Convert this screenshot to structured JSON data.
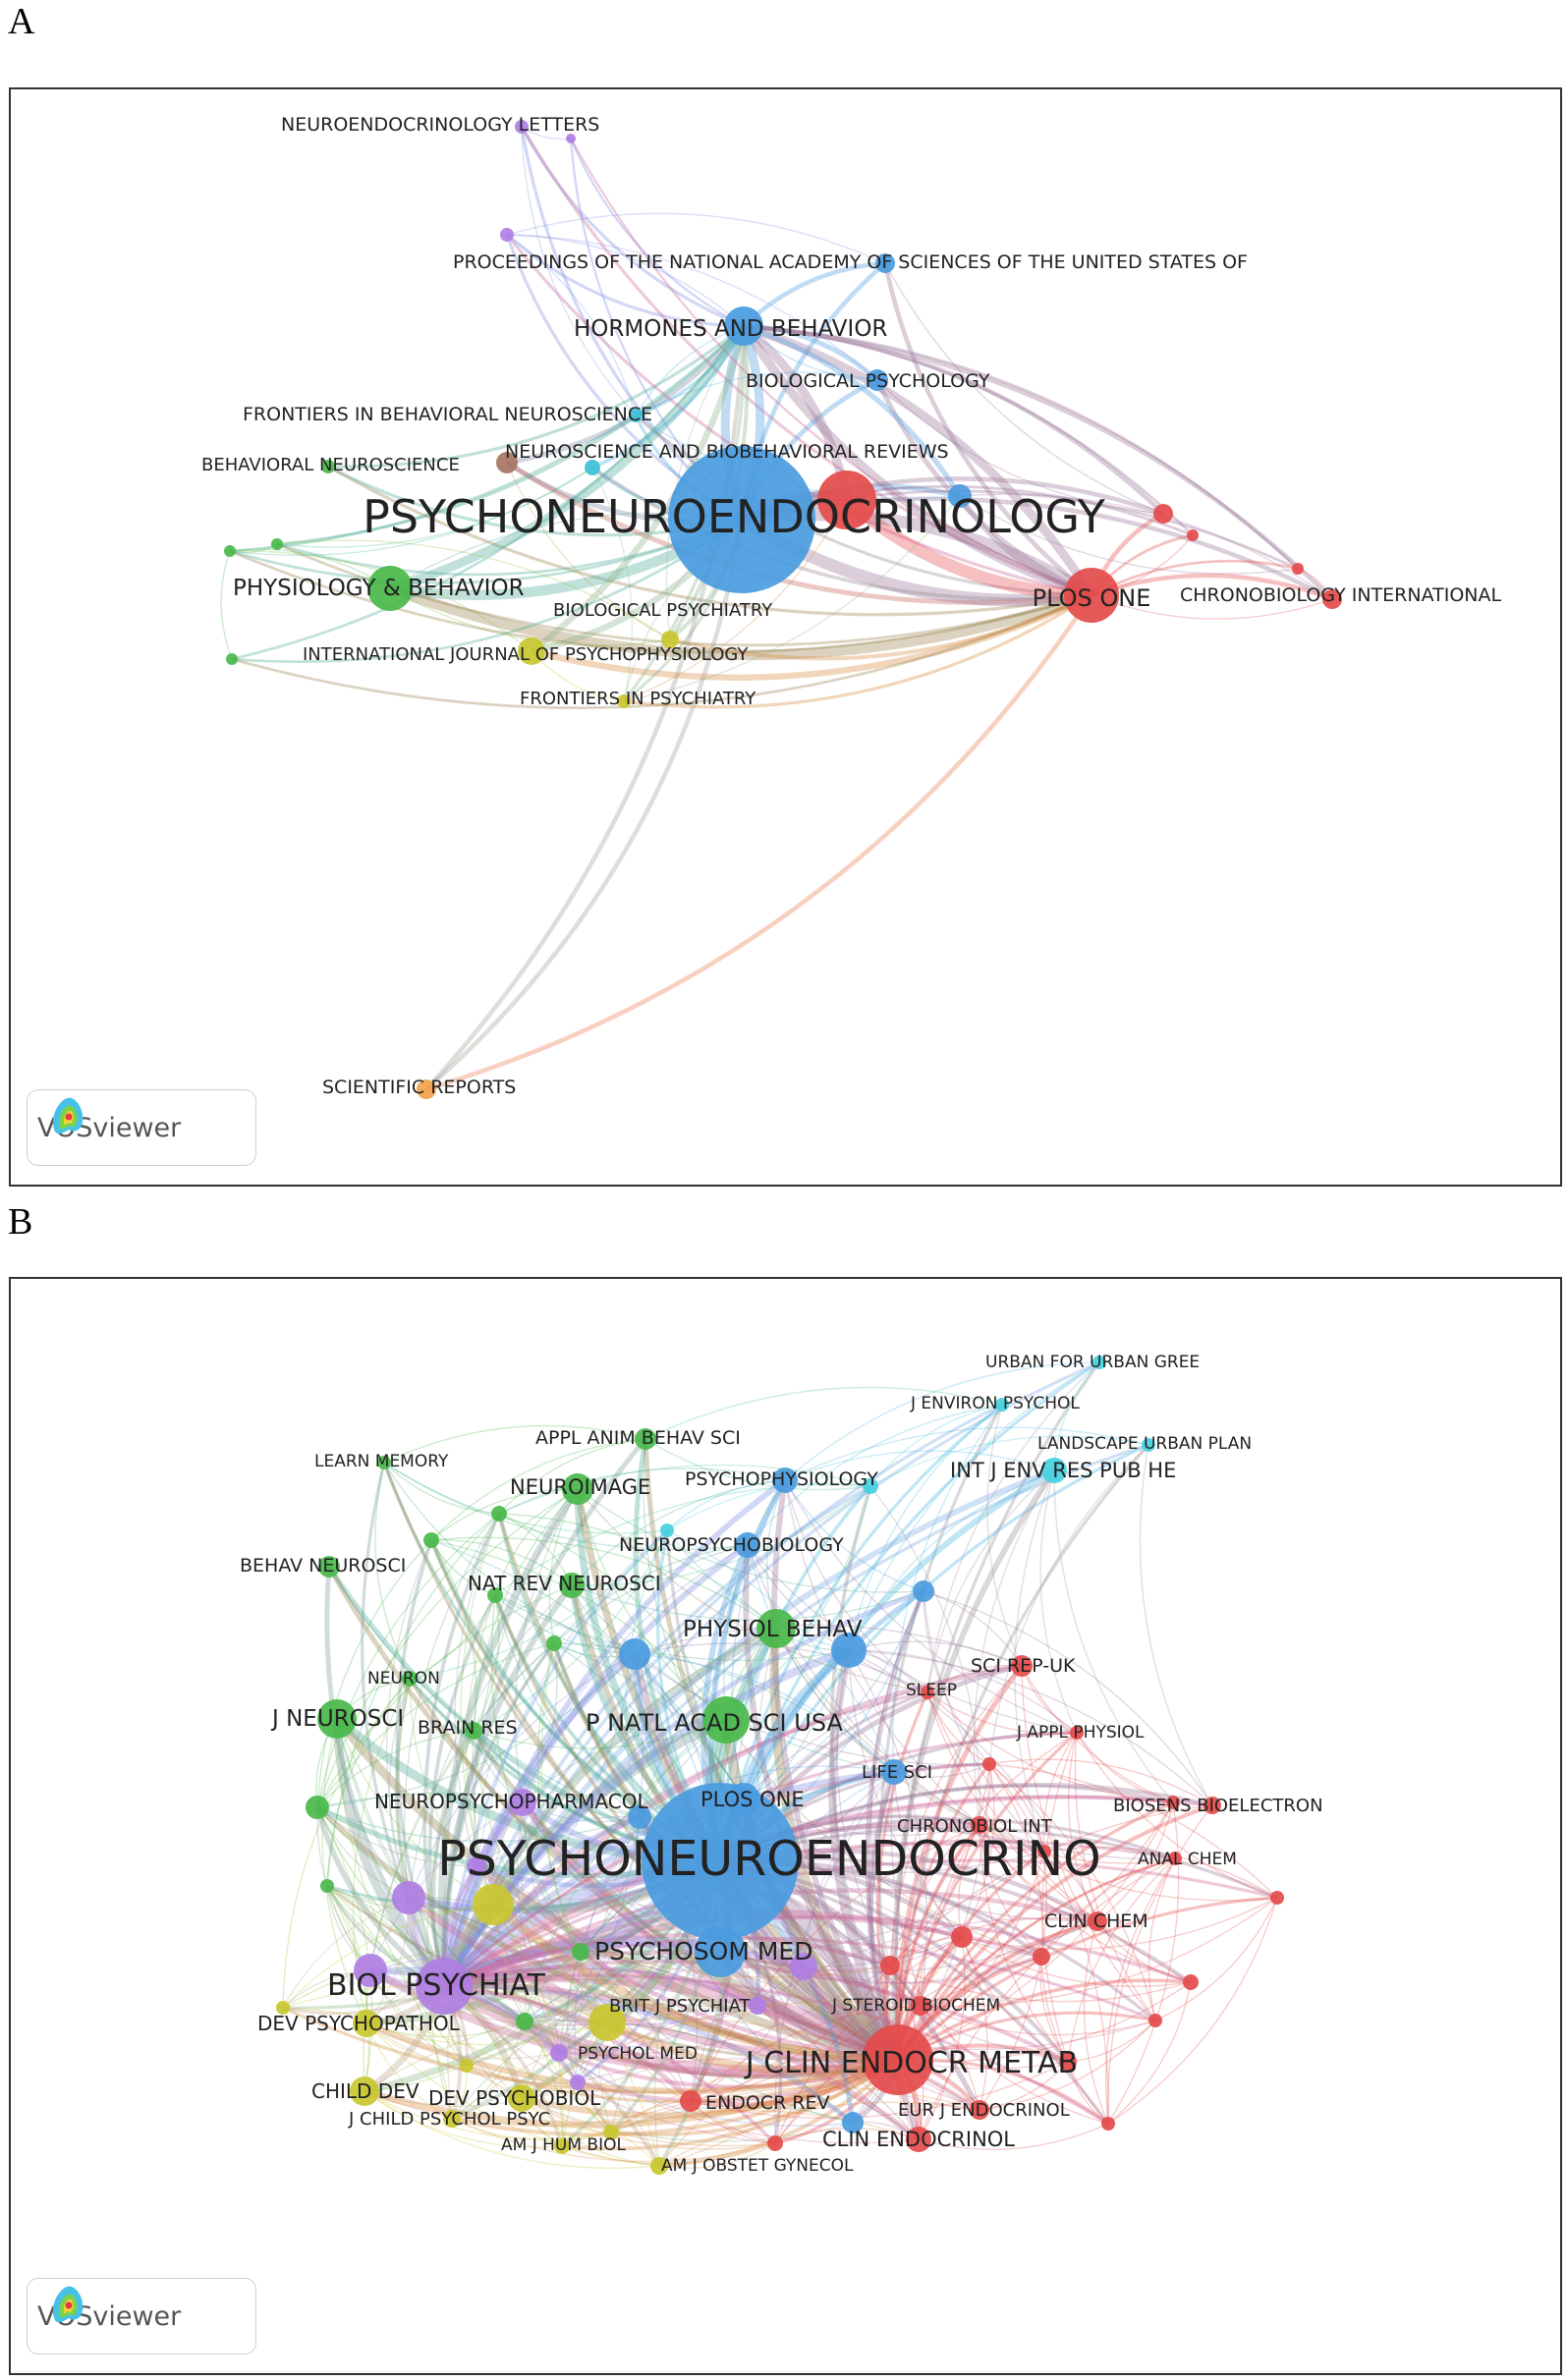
{
  "panels": [
    {
      "letter": "A",
      "brand": "VOSviewer",
      "nodes": [
        {
          "label": "NEUROENDOCRINOLOGY LETTERS",
          "color": "#b07ee3",
          "r": 7
        },
        {
          "label": "PROCEEDINGS OF THE NATIONAL ACADEMY OF SCIENCES OF THE UNITED STATES OF",
          "color": "#4a9be0",
          "r": 10
        },
        {
          "label": "HORMONES AND BEHAVIOR",
          "color": "#4a9be0",
          "r": 20
        },
        {
          "label": "BIOLOGICAL PSYCHOLOGY",
          "color": "#4a9be0",
          "r": 11
        },
        {
          "label": "FRONTIERS IN BEHAVIORAL NEUROSCIENCE",
          "color": "#3ec0d6",
          "r": 7
        },
        {
          "label": "BEHAVIORAL NEUROSCIENCE",
          "color": "#49b84a",
          "r": 7
        },
        {
          "label": "NEUROSCIENCE AND BIOBEHAVIORAL REVIEWS",
          "color": "#a67563",
          "r": 11
        },
        {
          "label": "PSYCHONEUROENDOCRINOLOGY",
          "color": "#4a9be0",
          "r": 75
        },
        {
          "label": "PHYSIOLOGY & BEHAVIOR",
          "color": "#49b84a",
          "r": 23
        },
        {
          "label": "BIOLOGICAL PSYCHIATRY",
          "color": "#c9c72f",
          "r": 9
        },
        {
          "label": "INTERNATIONAL JOURNAL OF PSYCHOPHYSIOLOGY",
          "color": "#c9c72f",
          "r": 14
        },
        {
          "label": "FRONTIERS IN PSYCHIATRY",
          "color": "#c9c72f",
          "r": 7
        },
        {
          "label": "PLOS ONE",
          "color": "#e44b4b",
          "r": 28
        },
        {
          "label": "CHRONOBIOLOGY INTERNATIONAL",
          "color": "#e44b4b",
          "r": 10
        },
        {
          "label": "SCIENTIFIC REPORTS",
          "color": "#f2a24a",
          "r": 10
        }
      ]
    },
    {
      "letter": "B",
      "brand": "VOSviewer",
      "nodes": [
        {
          "label": "URBAN FOR URBAN GREE",
          "color": "#47d1e0",
          "r": 7
        },
        {
          "label": "J ENVIRON PSYCHOL",
          "color": "#47d1e0",
          "r": 7
        },
        {
          "label": "LANDSCAPE URBAN PLAN",
          "color": "#47d1e0",
          "r": 7
        },
        {
          "label": "INT J ENV RES PUB HE",
          "color": "#47d1e0",
          "r": 13
        },
        {
          "label": "APPL ANIM BEHAV SCI",
          "color": "#49b84a",
          "r": 11
        },
        {
          "label": "LEARN MEMORY",
          "color": "#49b84a",
          "r": 7
        },
        {
          "label": "NEUROIMAGE",
          "color": "#49b84a",
          "r": 16
        },
        {
          "label": "PSYCHOPHYSIOLOGY",
          "color": "#4a9be0",
          "r": 13
        },
        {
          "label": "NEUROPSYCHOBIOLOGY",
          "color": "#4a9be0",
          "r": 13
        },
        {
          "label": "BEHAV NEUROSCI",
          "color": "#49b84a",
          "r": 11
        },
        {
          "label": "NAT REV NEUROSCI",
          "color": "#49b84a",
          "r": 13
        },
        {
          "label": "PHYSIOL BEHAV",
          "color": "#49b84a",
          "r": 20
        },
        {
          "label": "SCI REP-UK",
          "color": "#e44b4b",
          "r": 11
        },
        {
          "label": "SLEEP",
          "color": "#e44b4b",
          "r": 7
        },
        {
          "label": "NEURON",
          "color": "#49b84a",
          "r": 8
        },
        {
          "label": "J NEUROSCI",
          "color": "#49b84a",
          "r": 20
        },
        {
          "label": "BRAIN RES",
          "color": "#49b84a",
          "r": 9
        },
        {
          "label": "P NATL ACAD SCI USA",
          "color": "#49b84a",
          "r": 24
        },
        {
          "label": "J APPL PHYSIOL",
          "color": "#e44b4b",
          "r": 7
        },
        {
          "label": "LIFE SCI",
          "color": "#4a9be0",
          "r": 13
        },
        {
          "label": "BIOSENS BIOELECTRON",
          "color": "#e44b4b",
          "r": 9
        },
        {
          "label": "NEUROPSYCHOPHARMACOL",
          "color": "#b07ee3",
          "r": 14
        },
        {
          "label": "PLOS ONE",
          "color": "#4a9be0",
          "r": 17
        },
        {
          "label": "CHRONOBIOL INT",
          "color": "#e44b4b",
          "r": 9
        },
        {
          "label": "PSYCHONEUROENDOCRINO",
          "color": "#4a9be0",
          "r": 80
        },
        {
          "label": "ANAL CHEM",
          "color": "#e44b4b",
          "r": 7
        },
        {
          "label": "PSYCHOSOM MED",
          "color": "#4a9be0",
          "r": 26
        },
        {
          "label": "CLIN CHEM",
          "color": "#e44b4b",
          "r": 10
        },
        {
          "label": "BIOL PSYCHIAT",
          "color": "#b07ee3",
          "r": 29
        },
        {
          "label": "BRIT J PSYCHIAT",
          "color": "#b07ee3",
          "r": 9
        },
        {
          "label": "J STEROID BIOCHEM",
          "color": "#e44b4b",
          "r": 10
        },
        {
          "label": "DEV PSYCHOPATHOL",
          "color": "#c9c72f",
          "r": 14
        },
        {
          "label": "PSYCHOL MED",
          "color": "#b07ee3",
          "r": 9
        },
        {
          "label": "J CLIN ENDOCR METAB",
          "color": "#e44b4b",
          "r": 36
        },
        {
          "label": "CHILD DEV",
          "color": "#c9c72f",
          "r": 15
        },
        {
          "label": "DEV PSYCHOBIOL",
          "color": "#c9c72f",
          "r": 14
        },
        {
          "label": "ENDOCR REV",
          "color": "#e44b4b",
          "r": 11
        },
        {
          "label": "EUR J ENDOCRINOL",
          "color": "#e44b4b",
          "r": 10
        },
        {
          "label": "J CHILD PSYCHOL PSYC",
          "color": "#c9c72f",
          "r": 9
        },
        {
          "label": "CLIN ENDOCRINOL",
          "color": "#e44b4b",
          "r": 13
        },
        {
          "label": "AM J HUM BIOL",
          "color": "#c9c72f",
          "r": 8
        },
        {
          "label": "AM J OBSTET GYNECOL",
          "color": "#c9c72f",
          "r": 9
        }
      ]
    }
  ]
}
